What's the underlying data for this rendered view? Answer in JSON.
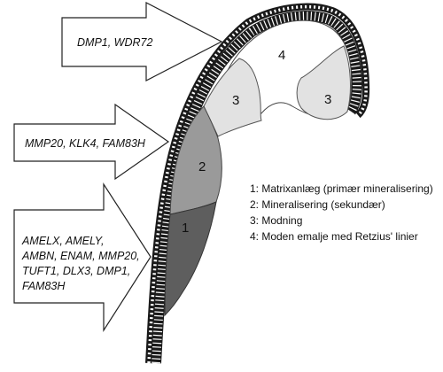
{
  "arrows": {
    "top": {
      "lines": [
        "DMP1, WDR72"
      ]
    },
    "middle": {
      "lines": [
        "MMP20, KLK4, FAM83H"
      ]
    },
    "bottom": {
      "lines": [
        "AMELX, AMELY,",
        "AMBN, ENAM, MMP20,",
        "TUFT1, DLX3, DMP1,",
        "FAM83H"
      ]
    }
  },
  "zones": [
    {
      "number": "1",
      "color": "#5e5e5e"
    },
    {
      "number": "2",
      "color": "#9a9a9a"
    },
    {
      "number": "3",
      "color": "#e2e2e2"
    },
    {
      "number": "3",
      "color": "#e2e2e2"
    },
    {
      "number": "4",
      "color": "#ffffff"
    }
  ],
  "legend": {
    "items": [
      "1: Matrixanlæg (primær mineralisering)",
      "2: Mineralisering (sekundær)",
      "3: Modning",
      "4: Moden emalje med Retzius' linier"
    ]
  }
}
